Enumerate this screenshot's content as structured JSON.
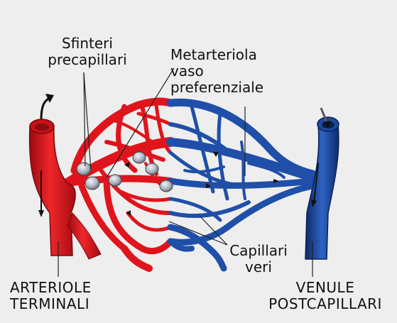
{
  "labels": {
    "sfinteri_line1": "Sfinteri",
    "sfinteri_line2": "precapillari",
    "metarteriola_line1": "Metarteriola",
    "metarteriola_line2": "vaso",
    "metarteriola_line3": "preferenziale",
    "capillari_line1": "Capillari",
    "capillari_line2": "veri",
    "arteriole_line1": "ARTERIOLE",
    "arteriole_line2": "TERMINALI",
    "venule_line1": "VENULE",
    "venule_line2": "POSTCAPILLARI"
  },
  "colors": {
    "arterial": "#e0141c",
    "arterial_dark": "#8e0d10",
    "venous": "#1f4fa8",
    "venous_dark": "#0d2a66",
    "sphincter": "#b9c0cc",
    "background": "#eeeeee"
  }
}
